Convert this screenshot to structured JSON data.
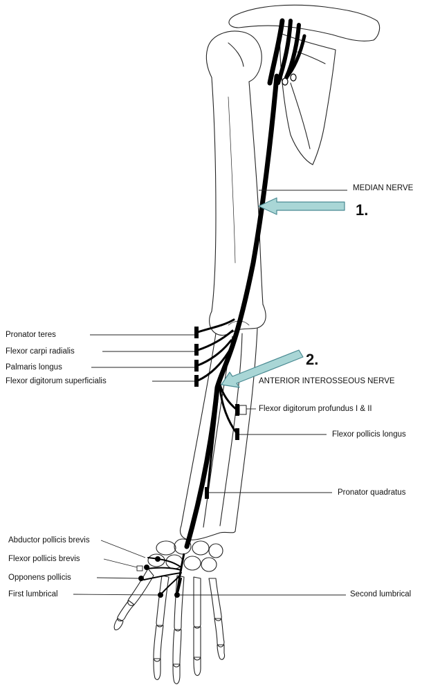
{
  "labels": {
    "median_nerve": "MEDIAN NERVE",
    "anterior_interosseous_nerve": "ANTERIOR INTEROSSEOUS NERVE",
    "marker_1": "1.",
    "marker_2": "2."
  },
  "muscles_left": {
    "pronator_teres": "Pronator teres",
    "flexor_carpi_radialis": "Flexor carpi radialis",
    "palmaris_longus": "Palmaris longus",
    "flexor_digitorum_superficialis": "Flexor digitorum superficialis",
    "abductor_pollicis_brevis": "Abductor pollicis brevis",
    "flexor_pollicis_brevis": "Flexor pollicis brevis",
    "opponens_pollicis": "Opponens pollicis",
    "first_lumbrical": "First lumbrical"
  },
  "muscles_right": {
    "flexor_digitorum_profundus": "Flexor digitorum profundus I & II",
    "flexor_pollicis_longus": "Flexor pollicis longus",
    "pronator_quadratus": "Pronator quadratus",
    "second_lumbrical": "Second lumbrical"
  },
  "colors": {
    "arrow_fill": "#a9d6d6",
    "arrow_stroke": "#4a8a92",
    "nerve": "#000000",
    "bone_outline": "#222222"
  }
}
